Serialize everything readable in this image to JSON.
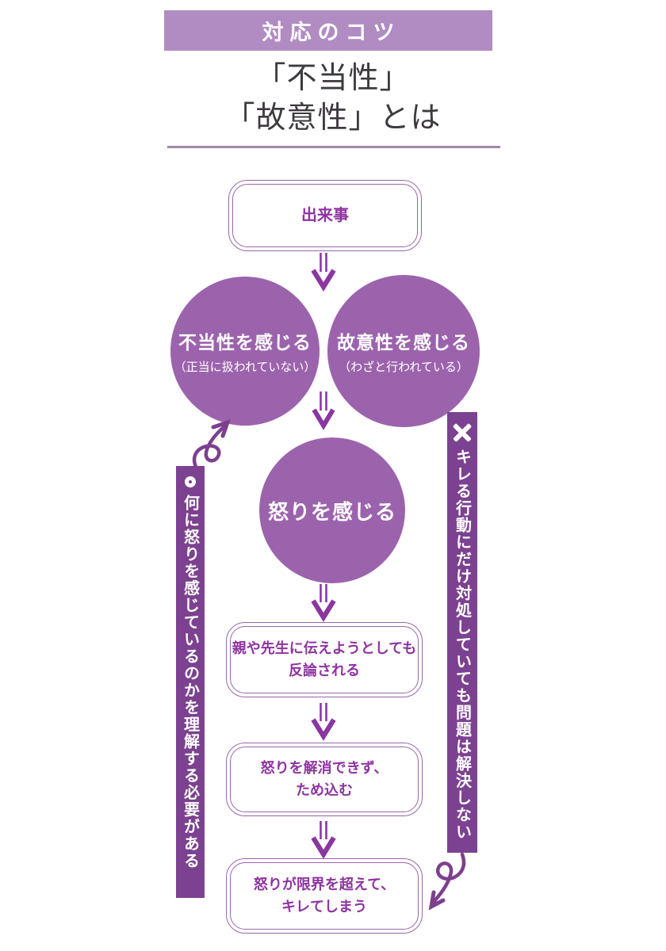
{
  "header": {
    "label": "対応のコツ"
  },
  "title": {
    "line1": "「不当性」",
    "line2": "「故意性」とは"
  },
  "flow": {
    "event": "出来事",
    "unfairness_circle": {
      "main": "不当性を感じる",
      "sub": "（正当に扱われていない）"
    },
    "intent_circle": {
      "main": "故意性を感じる",
      "sub": "（わざと行われている）"
    },
    "anger_circle": {
      "main": "怒りを感じる"
    },
    "objection_box": {
      "line1": "親や先生に伝えようとしても",
      "line2": "反論される"
    },
    "pentup_box": {
      "line1": "怒りを解消できず、",
      "line2": "ため込む"
    },
    "explode_box": {
      "line1": "怒りが限界を超えて、",
      "line2": "キレてしまう"
    }
  },
  "side_notes": {
    "left": {
      "symbol": "○",
      "text": "何に怒りを感じているのかを理解する必要がある"
    },
    "right": {
      "symbol": "×",
      "text": "キレる行動にだけ対処していても問題は解決しない"
    }
  },
  "colors": {
    "header_bg": "#b18cc3",
    "circle_bg": "#9c63ad",
    "banner_bg": "#7c4190",
    "box_border": "#9668a8",
    "box_text": "#8e34a0",
    "arrow": "#8a37a0",
    "pigtail": "#7d3f8e",
    "divider": "#9c8aa6",
    "title_text": "#3e3a40"
  }
}
